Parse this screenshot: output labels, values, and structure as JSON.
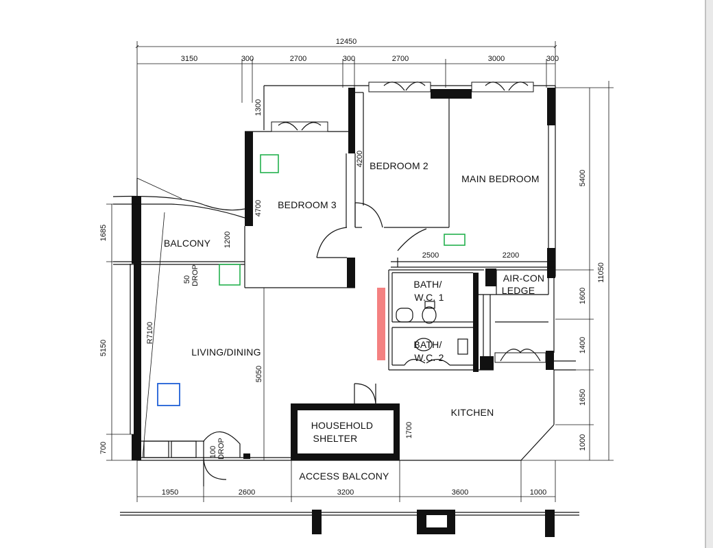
{
  "rooms": {
    "bedroom2": "BEDROOM 2",
    "main_bedroom": "MAIN BEDROOM",
    "bedroom3": "BEDROOM 3",
    "balcony": "BALCONY",
    "living_dining": "LIVING/DINING",
    "bath1_a": "BATH/",
    "bath1_b": "W.C. 1",
    "bath2_a": "BATH/",
    "bath2_b": "W.C. 2",
    "aircon_a": "AIR-CON",
    "aircon_b": "LEDGE",
    "kitchen": "KITCHEN",
    "shelter_a": "HOUSEHOLD",
    "shelter_b": "SHELTER",
    "access_balcony": "ACCESS BALCONY"
  },
  "dimensions": {
    "top_total": "12450",
    "top": [
      "3150",
      "300",
      "2700",
      "300",
      "2700",
      "3000",
      "300"
    ],
    "bottom": [
      "1950",
      "2600",
      "3200",
      "3600",
      "1000"
    ],
    "left": [
      "1685",
      "5150",
      "700"
    ],
    "right_total": "11050",
    "right": [
      "5400",
      "1600",
      "1400",
      "1650",
      "1000"
    ],
    "interior": {
      "d1300": "1300",
      "d4200": "4200",
      "d4700": "4700",
      "d1200": "1200",
      "d5050": "5050",
      "d1700": "1700",
      "d2500": "2500",
      "d2200": "2200",
      "r7100": "R7100",
      "drop50_a": "50",
      "drop50_b": "DROP",
      "drop100_a": "100",
      "drop100_b": "DROP"
    }
  },
  "markers": {
    "green": "#22b14c",
    "blue": "#1f5fd6",
    "red": "#f26b6b"
  }
}
